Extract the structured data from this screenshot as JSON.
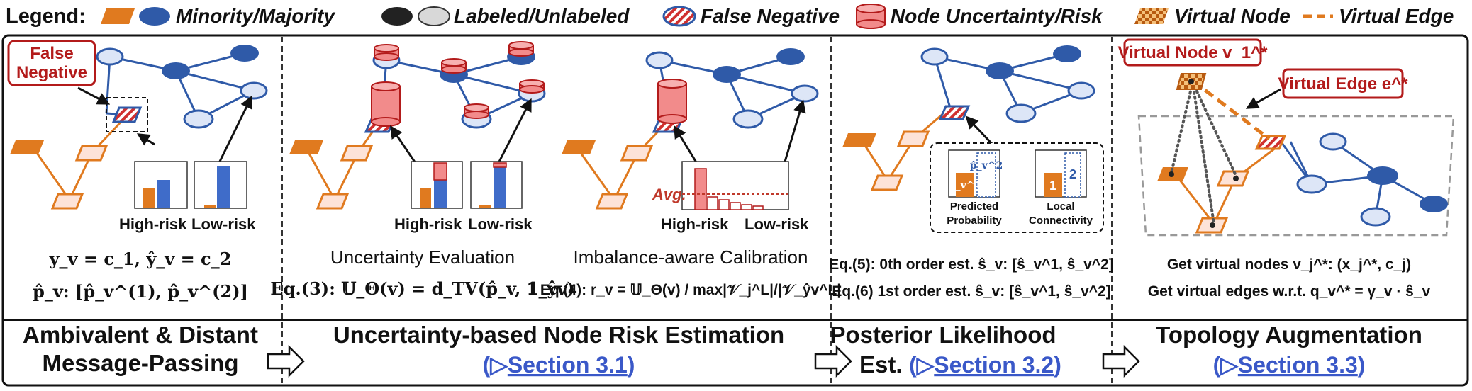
{
  "legend": {
    "heading": "Legend:",
    "minority_majority": "Minority/Majority",
    "labeled_unlabeled": "Labeled/Unlabeled",
    "false_negative": "False Negative",
    "node_uncertainty": "Node Uncertainty/Risk",
    "virtual_node": "Virtual Node",
    "virtual_edge": "Virtual Edge"
  },
  "colors": {
    "minority": "#e07a1f",
    "majority": "#2f5aa8",
    "risk": "#f28b8b",
    "border": "#b31b1b",
    "link": "#3a58c8"
  },
  "panel1": {
    "callout": [
      "False",
      "Negative"
    ],
    "high_risk": "High-risk",
    "low_risk": "Low-risk",
    "eq_label": "y_v = c_1, ŷ_v = c_2",
    "eq_prob": "p̂_v: [p̂_v^(1), p̂_v^(2)]",
    "title": [
      "Ambivalent & Distant",
      "Message-Passing"
    ]
  },
  "panel2": {
    "high_risk_a": "High-risk",
    "low_risk_a": "Low-risk",
    "high_risk_b": "High-risk",
    "low_risk_b": "Low-risk",
    "avg": "Avg.",
    "uncertainty_eval": "Uncertainty Evaluation",
    "calibration": "Imbalance-aware Calibration",
    "eq3": "Eq.(3): 𝕌_Θ(v) = d_TV(p̂_v, 𝟙_ŷv)",
    "eq4": "Eq.(4): r_v = 𝕌_Θ(v) / max|𝒱_j^L|/|𝒱_ŷv^L|",
    "title": "Uncertainty-based Node Risk Estimation",
    "section": "Section 3.1"
  },
  "panel3": {
    "pred_prob": [
      "Predicted",
      "Probability"
    ],
    "local_conn": [
      "Local",
      "Connectivity"
    ],
    "p1": "p̂_v^1",
    "p2": "p̂_v^2",
    "c1": "1",
    "c2": "2",
    "eq5": "Eq.(5): 0th order est. ŝ_v: [ŝ_v^1, ŝ_v^2]",
    "eq6": "Eq.(6) 1st order est. ŝ_v: [ŝ_v^1, ŝ_v^2]",
    "title": [
      "Posterior Likelihood",
      "Est."
    ],
    "section": "Section 3.2"
  },
  "panel4": {
    "vnode": "Virtual Node v_1^*",
    "vedge": "Virtual Edge e^*",
    "get_nodes": "Get virtual nodes v_j^*: (x_j^*, c_j)",
    "get_edges": "Get virtual edges w.r.t. q_v^* = γ_v · ŝ_v",
    "title": "Topology Augmentation",
    "section": "Section 3.3"
  }
}
